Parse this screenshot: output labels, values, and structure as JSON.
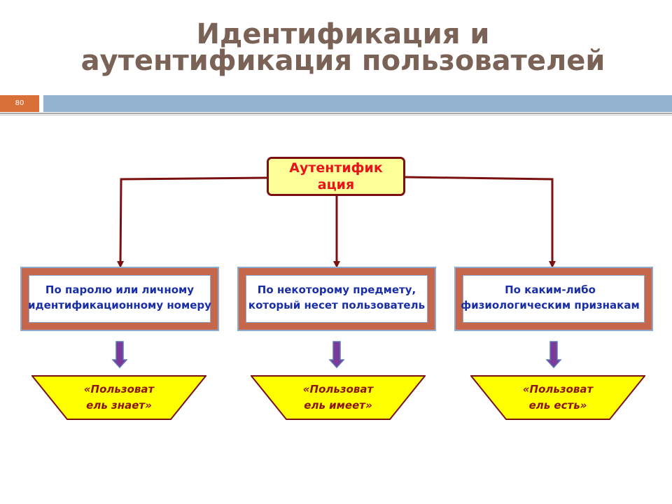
{
  "slide": {
    "title_line1": "Идентификация и",
    "title_line2": "аутентификация пользователей",
    "number": "80"
  },
  "diagram": {
    "root": {
      "line1": "Аутентифик",
      "line2": "ация"
    },
    "methods": [
      {
        "line1": "По паролю или личному",
        "line2": "идентификационному номеру"
      },
      {
        "line1": "По некоторому предмету,",
        "line2": "который несет пользователь"
      },
      {
        "line1": "По каким-либо",
        "line2": "физиологическим признакам"
      }
    ],
    "results": [
      {
        "line1": "«Пользоват",
        "line2": "ель знает»"
      },
      {
        "line1": "«Пользоват",
        "line2": "ель имеет»"
      },
      {
        "line1": "«Пользоват",
        "line2": "ель есть»"
      }
    ],
    "colors": {
      "title": "#7a6256",
      "accent_orange": "#d9703a",
      "header_bar": "#93b3cf",
      "connector": "#7a1010",
      "root_fill": "#ffff99",
      "root_text": "#e8141c",
      "method_frame": "#c6664a",
      "method_text": "#1a2ea8",
      "result_fill": "#ffff00",
      "result_text": "#8b1414",
      "down_arrow": "#7b3a9a"
    }
  }
}
